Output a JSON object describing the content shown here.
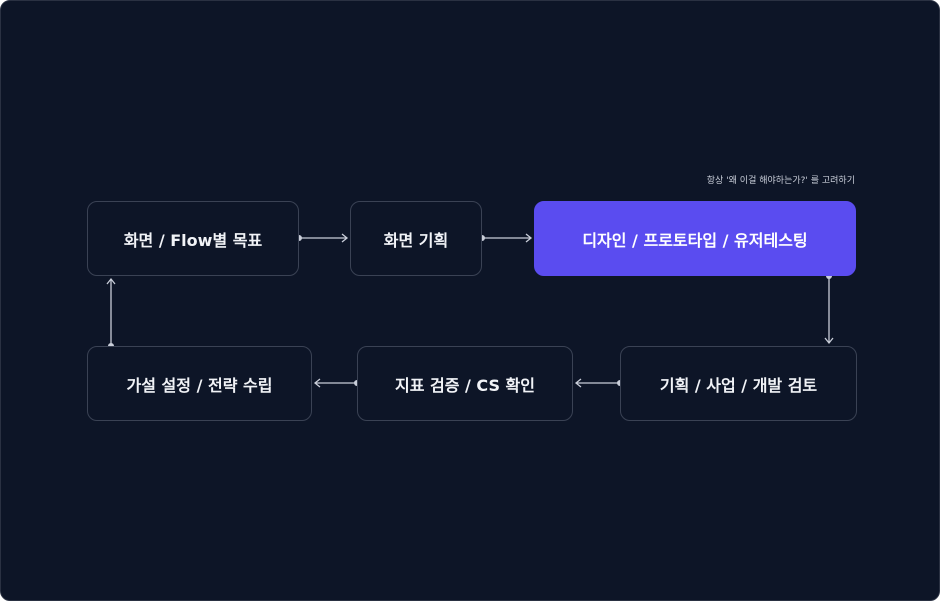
{
  "diagram": {
    "note": "항상 '왜 이걸 해야하는가?' 를 고려하기",
    "nodes": [
      {
        "id": "n1",
        "label": "화면 / Flow별 목표"
      },
      {
        "id": "n2",
        "label": "화면 기획"
      },
      {
        "id": "n3",
        "label": "디자인 / 프로토타입 / 유저테스팅",
        "highlighted": true
      },
      {
        "id": "n4",
        "label": "기획 / 사업 / 개발 검토"
      },
      {
        "id": "n5",
        "label": "지표 검증 / CS 확인"
      },
      {
        "id": "n6",
        "label": "가설 설정 / 전략 수립"
      }
    ],
    "edges": [
      {
        "from": "n1",
        "to": "n2"
      },
      {
        "from": "n2",
        "to": "n3"
      },
      {
        "from": "n3",
        "to": "n4"
      },
      {
        "from": "n4",
        "to": "n5"
      },
      {
        "from": "n5",
        "to": "n6"
      },
      {
        "from": "n6",
        "to": "n1"
      }
    ],
    "colors": {
      "background": "#0d1527",
      "node_border": "#3a4254",
      "highlight": "#5a4cf0",
      "connector": "#c9ced9",
      "text": "#f1f3f7"
    }
  }
}
